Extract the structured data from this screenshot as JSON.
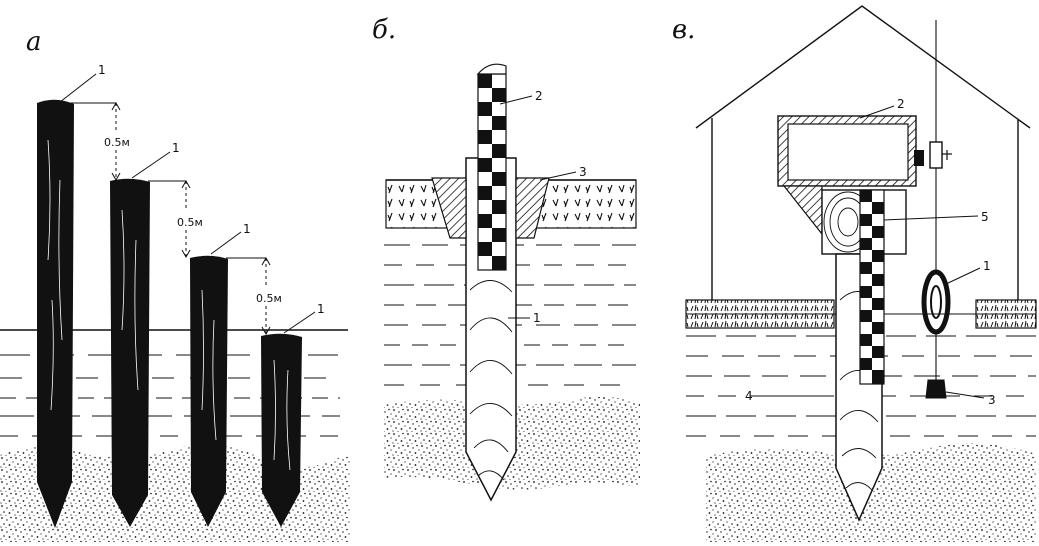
{
  "panels": {
    "a": {
      "label": "а",
      "stake_numbers": [
        "1",
        "1",
        "1",
        "1"
      ],
      "spacing_labels": [
        "0.5м",
        "0.5м",
        "0.5м"
      ]
    },
    "b": {
      "label": "б.",
      "callouts": [
        "2",
        "3",
        "1"
      ]
    },
    "c": {
      "label": "в.",
      "callouts": [
        "2",
        "5",
        "1",
        "4",
        "3"
      ]
    }
  },
  "colors": {
    "ink": "#111111",
    "paper": "#ffffff"
  }
}
